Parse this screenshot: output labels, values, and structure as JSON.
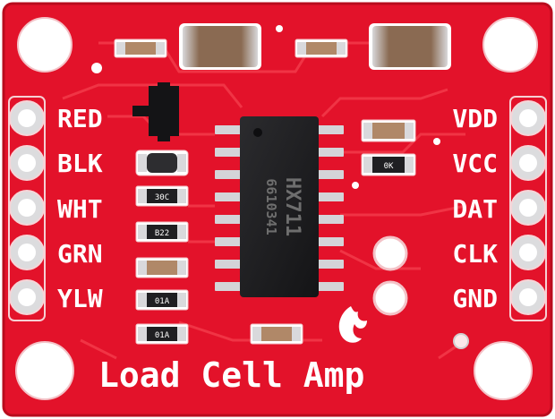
{
  "board": {
    "title": "Load Cell Amp",
    "chip_name": "HX711",
    "chip_code": "6610341",
    "left_pins": [
      "RED",
      "BLK",
      "WHT",
      "GRN",
      "YLW"
    ],
    "right_pins": [
      "VDD",
      "VCC",
      "DAT",
      "CLK",
      "GND"
    ],
    "resistor_codes": [
      "30C",
      "B22",
      "01A",
      "01A",
      "0K"
    ]
  },
  "colors": {
    "pcb": "#e3122a",
    "pcb_dark": "#c50e21",
    "trace": "#f02c3c",
    "silk": "#ffffff",
    "chip": "#1c1c1e",
    "pad": "#d8d8dc",
    "gold": "#d9b35a"
  }
}
